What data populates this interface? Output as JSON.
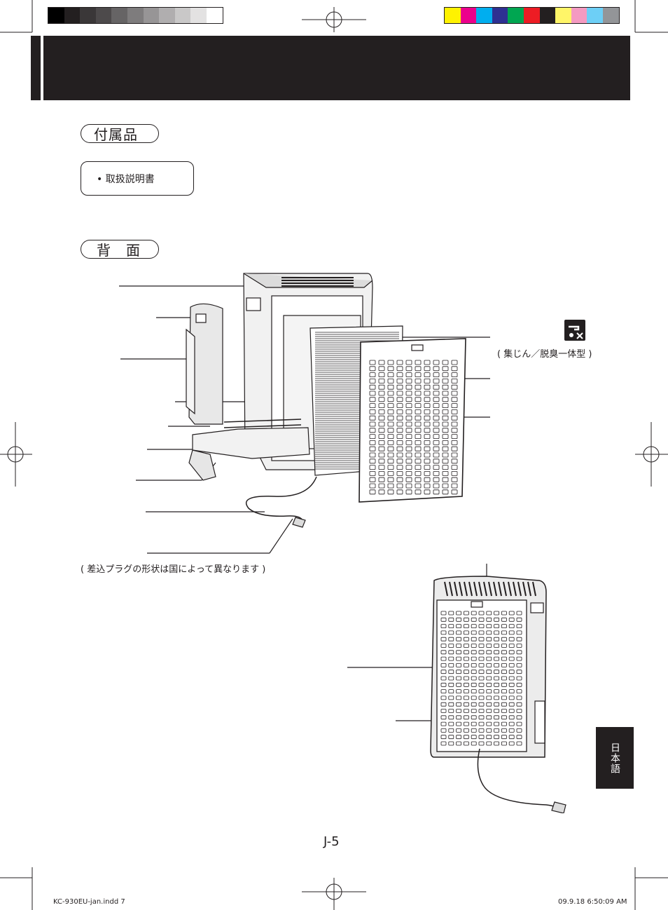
{
  "colors": {
    "gray_swatches": [
      "#000000",
      "#231f20",
      "#3a3738",
      "#4d4a4b",
      "#666465",
      "#7e7c7d",
      "#979596",
      "#b0aeaf",
      "#c9c8c8",
      "#e3e2e2",
      "#ffffff"
    ],
    "color_swatches": [
      "#fff200",
      "#ec008c",
      "#00aeef",
      "#2e3192",
      "#00a651",
      "#ed1c24",
      "#231f20",
      "#fff568",
      "#f49ac1",
      "#6dcff6",
      "#939598"
    ],
    "header": "#231f20"
  },
  "accessories": {
    "heading": "付属品",
    "items": [
      "• 取扱説明書"
    ]
  },
  "rear": {
    "heading": "背　面",
    "filter_type": "( 集じん／脱臭一体型 )",
    "plug_note": "( 差込プラグの形状は国によって異なります )",
    "icon": "no-water-wash-icon"
  },
  "sidebar_tab": "日本語",
  "page_number": "J-5",
  "footer": {
    "file": "KC-930EU-jan.indd   7",
    "timestamp": "09.9.18   6:50:09 AM"
  }
}
